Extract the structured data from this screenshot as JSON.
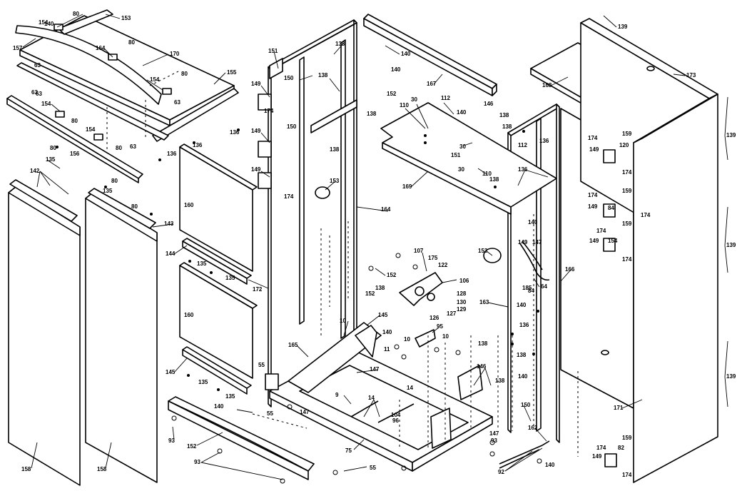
{
  "diagram": {
    "labels": [
      "80",
      "153",
      "157",
      "154",
      "170",
      "164",
      "80",
      "63",
      "154",
      "80",
      "63",
      "155",
      "80",
      "154",
      "80",
      "63",
      "136",
      "63",
      "154",
      "80",
      "63",
      "80",
      "156",
      "136",
      "135",
      "142",
      "135",
      "136",
      "143",
      "80",
      "160",
      "144",
      "135",
      "135",
      "172",
      "160",
      "145",
      "135",
      "135",
      "140",
      "147",
      "55",
      "93",
      "152",
      "93",
      "75",
      "55",
      "158",
      "158",
      "151",
      "138",
      "140",
      "140",
      "167",
      "150",
      "138",
      "149",
      "174",
      "152",
      "138",
      "149",
      "150",
      "138",
      "149",
      "153",
      "174",
      "30",
      "112",
      "110",
      "30",
      "146",
      "138",
      "140",
      "138",
      "169",
      "151",
      "112",
      "30",
      "110",
      "138",
      "136",
      "136",
      "164",
      "152",
      "152",
      "138",
      "107",
      "175",
      "122",
      "106",
      "126",
      "128",
      "130",
      "127",
      "129",
      "95",
      "10",
      "11",
      "10",
      "145",
      "140",
      "10",
      "138",
      "165",
      "147",
      "9",
      "14",
      "14",
      "96",
      "104",
      "147",
      "93",
      "153",
      "162",
      "64",
      "140",
      "136",
      "140",
      "138",
      "140",
      "146",
      "138",
      "150",
      "84",
      "92",
      "140",
      "163",
      "166",
      "168",
      "173",
      "139",
      "139",
      "139",
      "139",
      "171",
      "174",
      "159",
      "149",
      "174",
      "174",
      "159",
      "149",
      "174",
      "174",
      "159",
      "149",
      "174",
      "174",
      "159",
      "149",
      "174",
      "82",
      "120",
      "84",
      "154",
      "149",
      "147",
      "185",
      "140",
      "55"
    ]
  }
}
